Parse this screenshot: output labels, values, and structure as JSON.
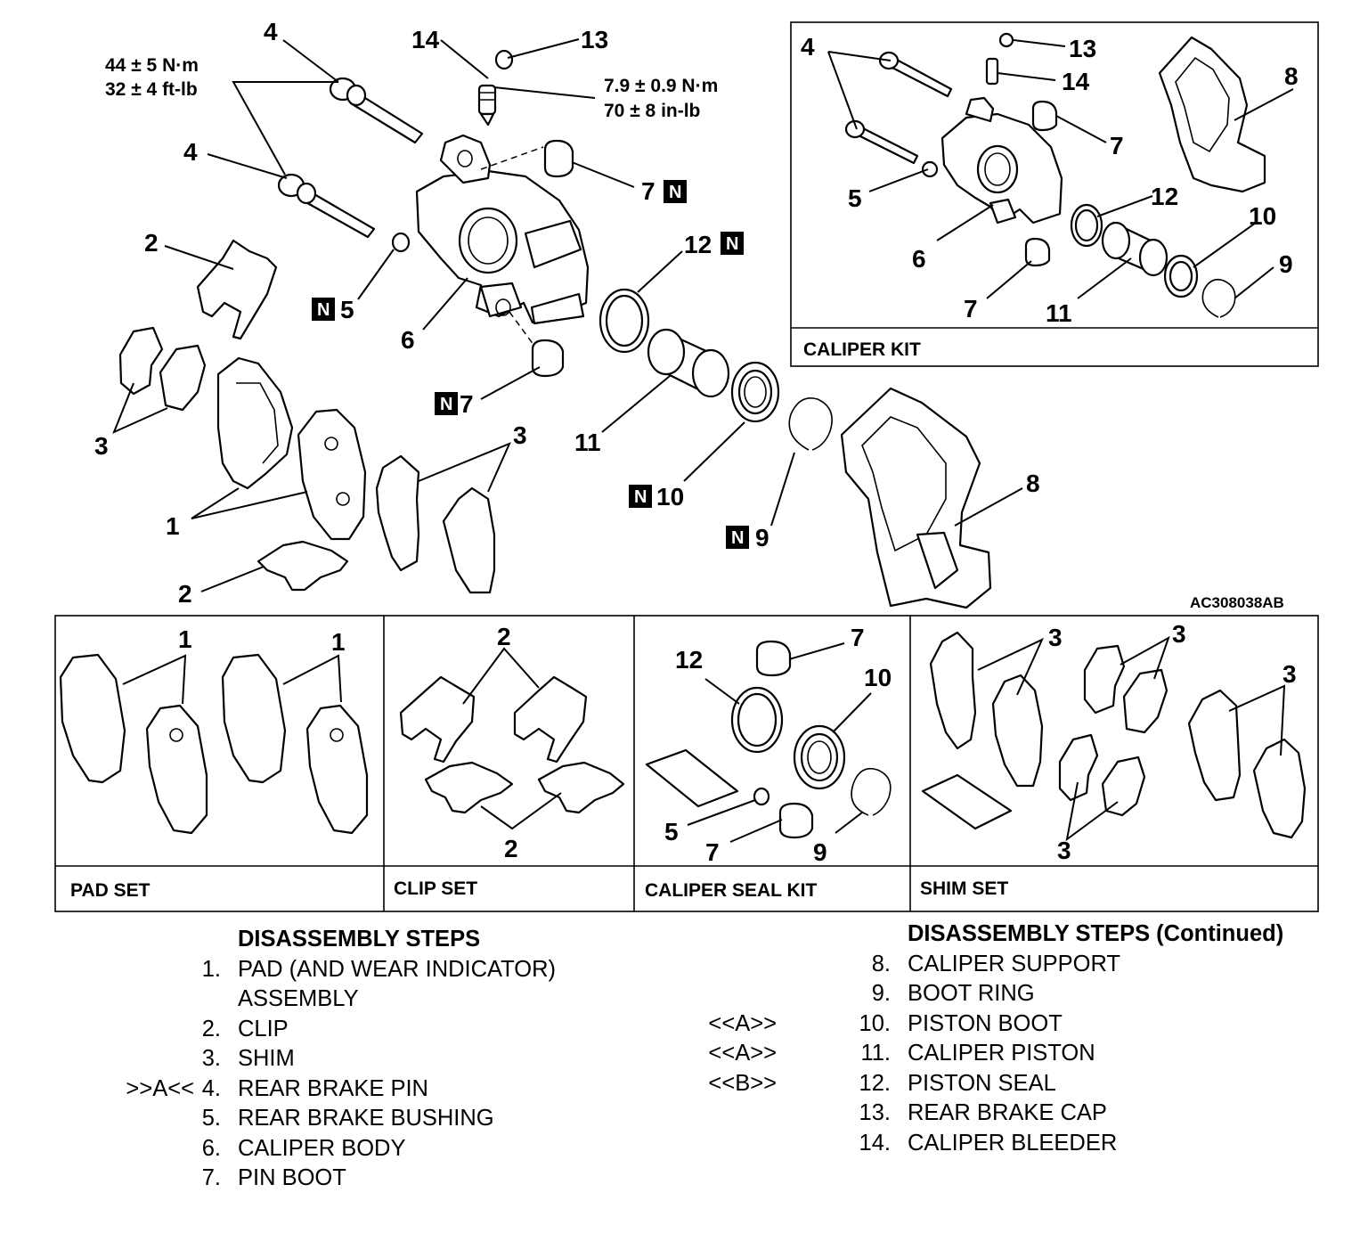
{
  "diagram": {
    "reference_code": "AC308038AB",
    "torque_pin": [
      "44 ± 5 N·m",
      "32 ± 4 ft-lb"
    ],
    "torque_bleeder": [
      "7.9 ± 0.9 N·m",
      "70 ± 8 in-lb"
    ],
    "new_part_mark": "N",
    "callouts": {
      "c1": "1",
      "c2": "2",
      "c3": "3",
      "c4": "4",
      "c5": "5",
      "c6": "6",
      "c7": "7",
      "c8": "8",
      "c9": "9",
      "c10": "10",
      "c11": "11",
      "c12": "12",
      "c13": "13",
      "c14": "14"
    }
  },
  "panels": {
    "caliper_kit": "CALIPER KIT",
    "pad_set": "PAD SET",
    "clip_set": "CLIP SET",
    "caliper_seal_kit": "CALIPER SEAL KIT",
    "shim_set": "SHIM SET"
  },
  "steps_left": {
    "heading": "DISASSEMBLY STEPS",
    "items": [
      {
        "mark": "",
        "num": "1.",
        "text": "PAD (AND WEAR INDICATOR)"
      },
      {
        "mark": "",
        "num": "",
        "text": "ASSEMBLY"
      },
      {
        "mark": "",
        "num": "2.",
        "text": "CLIP"
      },
      {
        "mark": "",
        "num": "3.",
        "text": "SHIM"
      },
      {
        "mark": ">>A<<",
        "num": "4.",
        "text": "REAR BRAKE PIN"
      },
      {
        "mark": "",
        "num": "5.",
        "text": "REAR BRAKE BUSHING"
      },
      {
        "mark": "",
        "num": "6.",
        "text": "CALIPER BODY"
      },
      {
        "mark": "",
        "num": "7.",
        "text": "PIN BOOT"
      }
    ]
  },
  "steps_right": {
    "heading": "DISASSEMBLY STEPS (Continued)",
    "items": [
      {
        "mark": "",
        "num": "8.",
        "text": "CALIPER SUPPORT"
      },
      {
        "mark": "",
        "num": "9.",
        "text": "BOOT RING"
      },
      {
        "mark": "<<A>>",
        "num": "10.",
        "text": "PISTON BOOT"
      },
      {
        "mark": "<<A>>",
        "num": "11.",
        "text": "CALIPER PISTON"
      },
      {
        "mark": "<<B>>",
        "num": "12.",
        "text": "PISTON SEAL"
      },
      {
        "mark": "",
        "num": "13.",
        "text": "REAR BRAKE CAP"
      },
      {
        "mark": "",
        "num": "14.",
        "text": "CALIPER BLEEDER"
      }
    ]
  }
}
